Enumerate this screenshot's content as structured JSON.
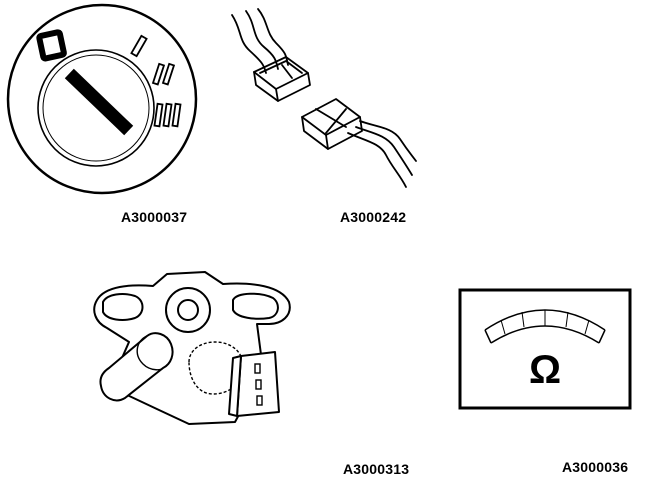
{
  "figures": [
    {
      "caption": "A3000037",
      "icon": "ignition-switch-icon"
    },
    {
      "caption": "A3000242",
      "icon": "wire-connector-icon"
    },
    {
      "caption": "A3000313",
      "icon": "relay-bracket-icon"
    },
    {
      "caption": "A3000036",
      "icon": "ohmmeter-icon"
    }
  ],
  "ohmmeter": {
    "symbol": "Ω"
  }
}
